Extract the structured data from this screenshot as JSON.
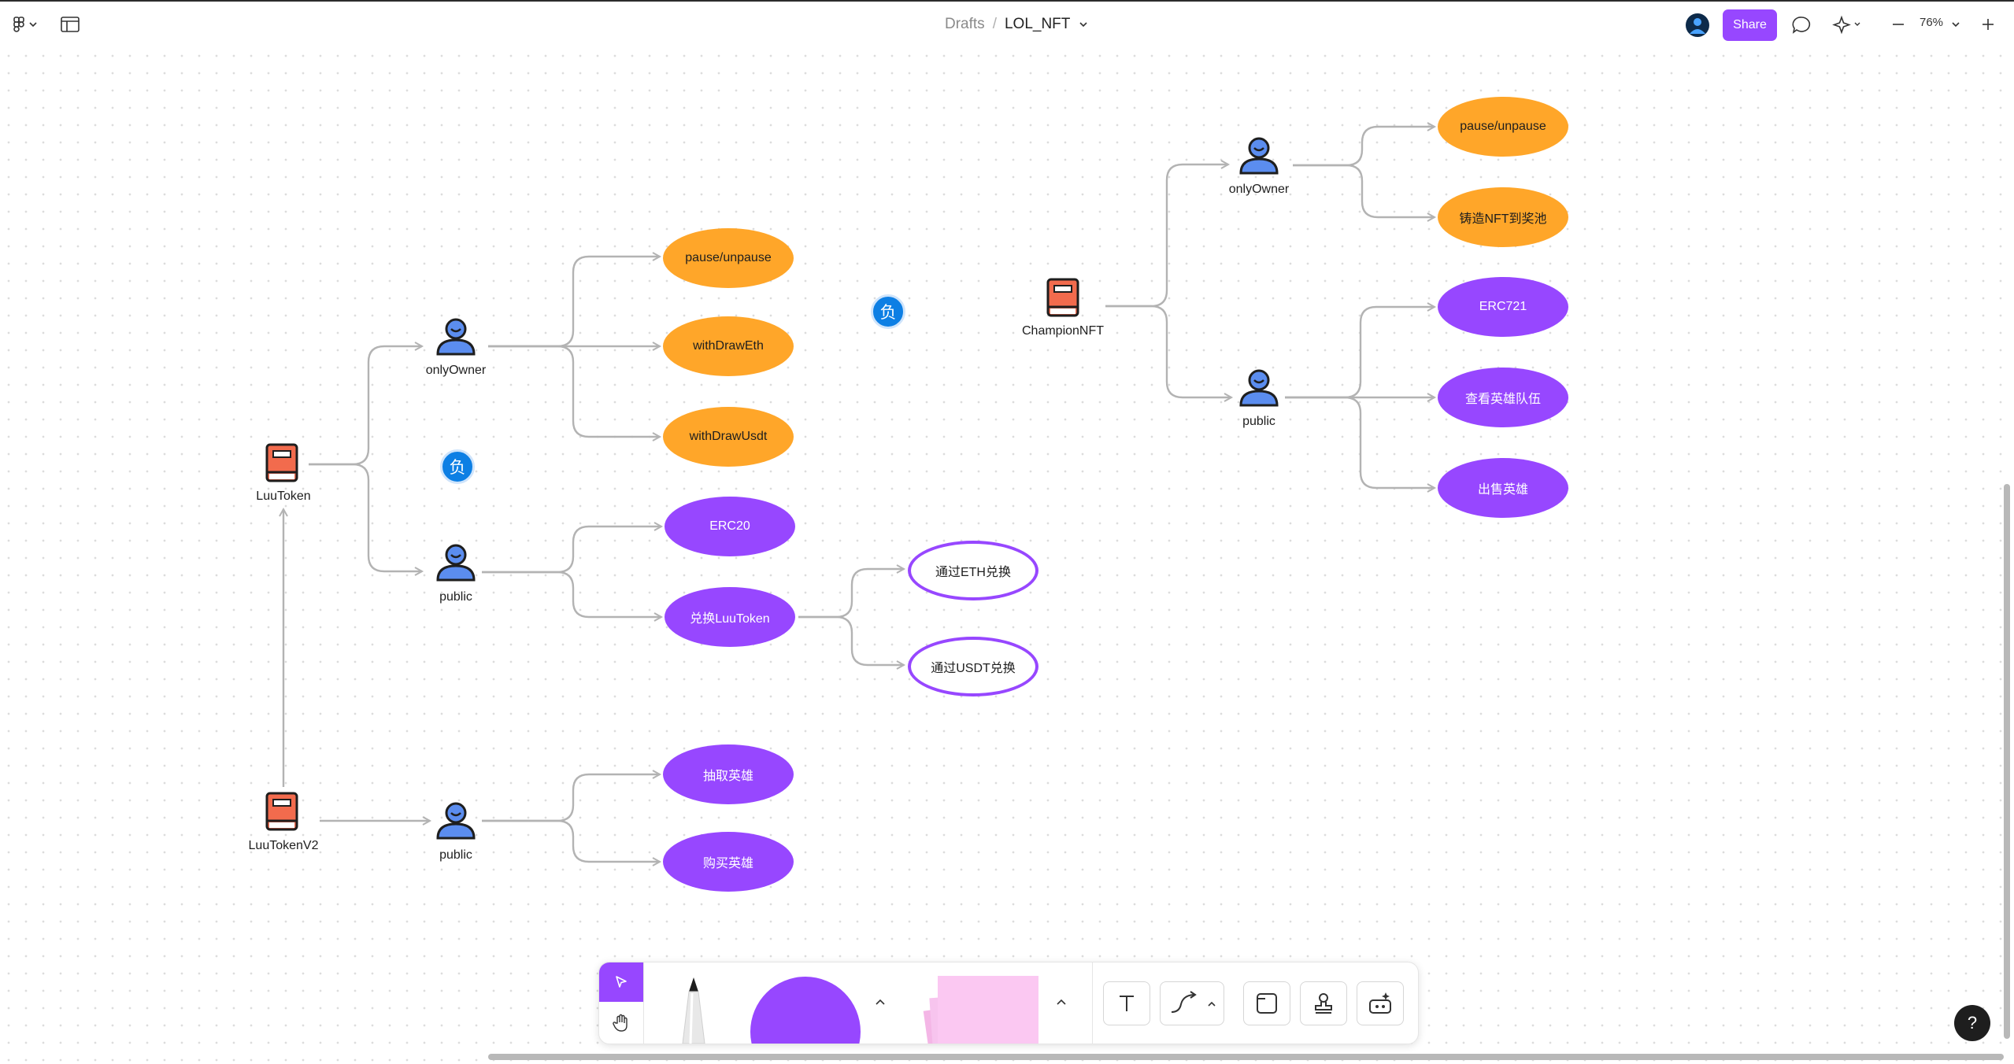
{
  "header": {
    "breadcrumb_root": "Drafts",
    "breadcrumb_sep": "/",
    "file_name": "LOL_NFT",
    "share_label": "Share",
    "zoom_label": "76%"
  },
  "diagram": {
    "root_nodes": [
      "LuuToken",
      "LuuTokenV2",
      "ChampionNFT"
    ],
    "role_nodes": [
      "onlyOwner",
      "public",
      "public",
      "onlyOwner",
      "public"
    ],
    "functions": {
      "luutoken_owner": [
        "pause/unpause",
        "withDrawEth",
        "withDrawUsdt"
      ],
      "luutoken_public": [
        "ERC20",
        "兑换LuuToken"
      ],
      "exchange_options": [
        "通过ETH兑换",
        "通过USDT兑换"
      ],
      "luutokenv2_public": [
        "抽取英雄",
        "购买英雄"
      ],
      "champion_owner": [
        "pause/unpause",
        "铸造NFT到奖池"
      ],
      "champion_public": [
        "ERC721",
        "查看英雄队伍",
        "出售英雄"
      ]
    },
    "badge_char": "负"
  },
  "colors": {
    "accent": "#9747ff",
    "orange": "#ffa629",
    "book_red": "#f26b4d",
    "person_blue": "#5b8def",
    "badge_blue": "#0d7fe4"
  },
  "help_label": "?"
}
